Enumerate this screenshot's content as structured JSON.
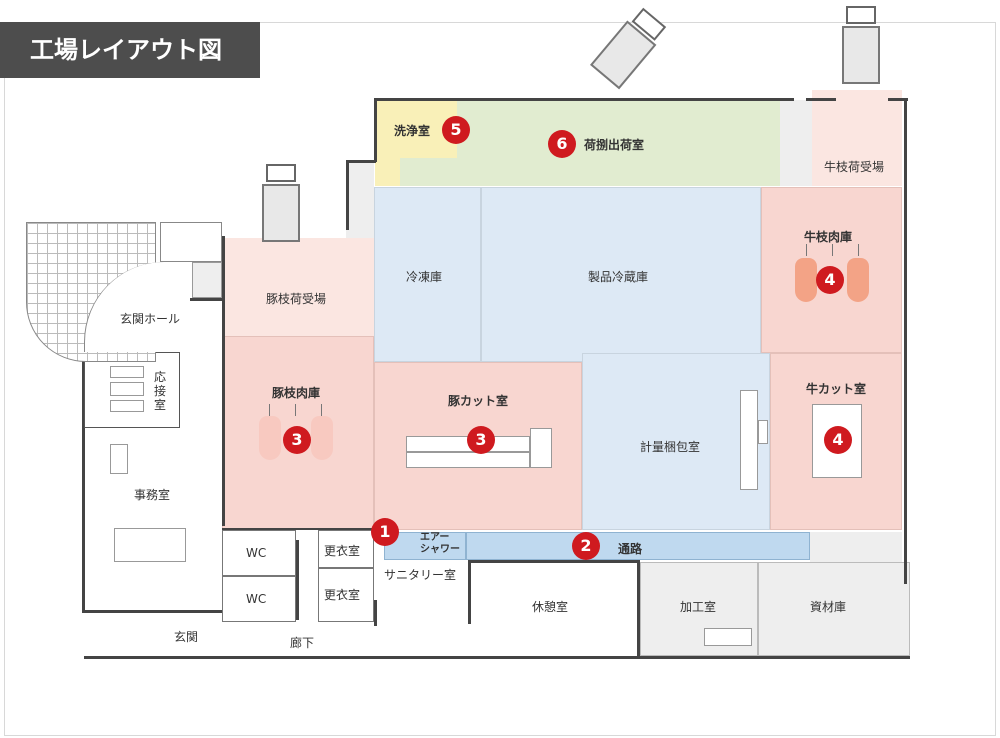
{
  "title": "工場レイアウト図",
  "colors": {
    "pink": "#f8d6d0",
    "light_pink": "#fbe6e1",
    "blue": "#dde9f5",
    "green": "#e1ecd0",
    "yellow": "#f9f0b8",
    "gray": "#eeeeee",
    "corridor_blue": "#bfd9ef",
    "badge_red": "#cf1a1f",
    "meat": "#f3a386"
  },
  "rooms": {
    "wash": "洗浄室",
    "shipping": "荷捌出荷室",
    "beef_receiving": "牛枝荷受場",
    "pork_receiving": "豚枝荷受場",
    "freezer": "冷凍庫",
    "product_fridge": "製品冷蔵庫",
    "beef_storage": "牛枝肉庫",
    "pork_storage": "豚枝肉庫",
    "pork_cut": "豚カット室",
    "weigh_pack": "計量梱包室",
    "beef_cut": "牛カット室",
    "air_shower": "エアー\nシャワー",
    "passage": "通路",
    "sanitary": "サニタリー室",
    "break_room": "休憩室",
    "processing": "加工室",
    "materials": "資材庫",
    "entrance_hall": "玄関ホール",
    "reception": "応\n接\n室",
    "office": "事務室",
    "wc1": "WC",
    "wc2": "WC",
    "locker1": "更衣室",
    "locker2": "更衣室",
    "entrance": "玄関",
    "hallway": "廊下"
  },
  "badges": {
    "air_shower": "1",
    "passage": "2",
    "pork_storage": "3",
    "pork_cut": "3",
    "beef_storage": "4",
    "beef_cut": "4",
    "wash": "5",
    "shipping": "6"
  }
}
